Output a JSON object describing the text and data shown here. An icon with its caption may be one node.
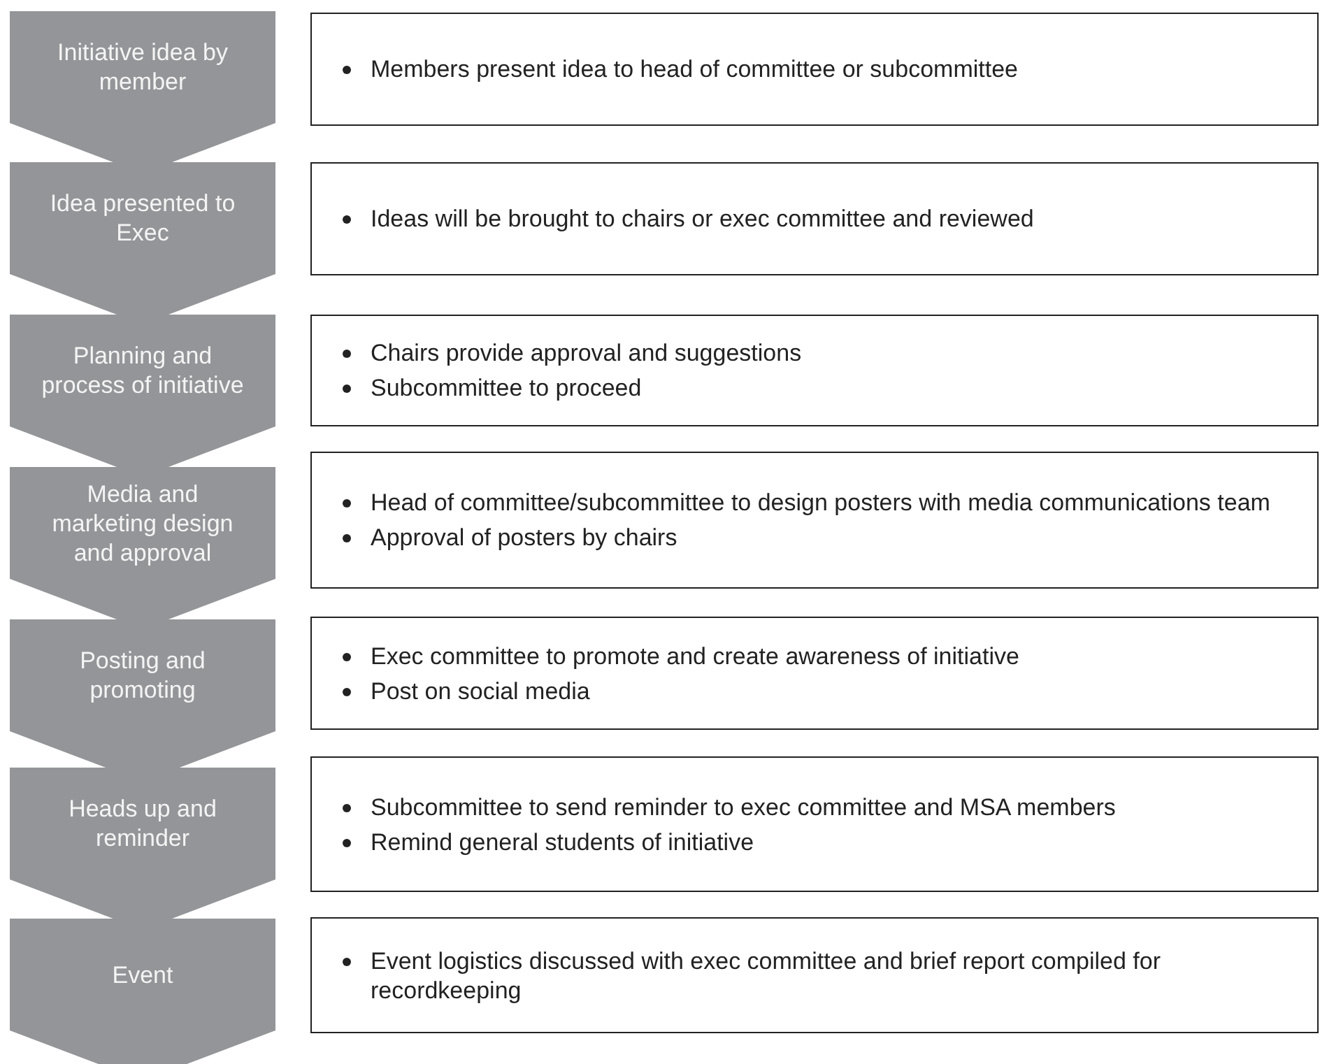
{
  "diagram": {
    "nodes": [
      {
        "text": [
          "Initiative idea by member"
        ]
      },
      {
        "text": [
          "Members present idea to head of committee or subcommittee"
        ]
      },
      {
        "text": [
          "Idea presented to Exec"
        ]
      },
      {
        "text": [
          "Ideas will be brought to chairs or exec committee and reviewed"
        ]
      },
      {
        "text": [
          "Planning and process of initiative"
        ]
      },
      {
        "text": [
          "Chairs provide approval and suggestions",
          "Subcommittee to proceed"
        ]
      },
      {
        "text": [
          "Media and marketing design and approval"
        ]
      },
      {
        "text": [
          "Head of committee/subcommittee to design posters with media communications team",
          "Approval of posters by chairs"
        ]
      },
      {
        "text": [
          "Posting and promoting"
        ]
      },
      {
        "text": [
          "Exec committee to promote and create awareness of initiative",
          "Post on social media"
        ]
      },
      {
        "text": [
          "Heads up and reminder"
        ]
      },
      {
        "text": [
          "Subcommittee to send reminder to exec committee and MSA members",
          "Remind general students of initiative"
        ]
      },
      {
        "text": [
          "Event"
        ]
      },
      {
        "text": [
          "Event logistics discussed with exec committee and brief report compiled for recordkeeping"
        ]
      }
    ]
  }
}
